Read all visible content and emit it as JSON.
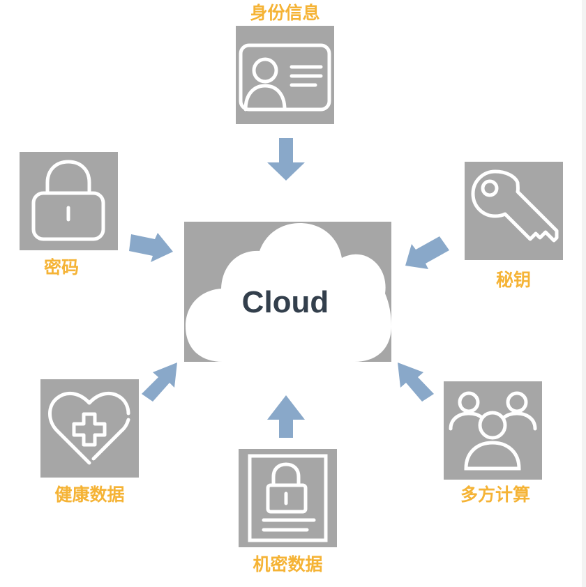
{
  "colors": {
    "tile": "#a6a6a6",
    "icon": "#ffffff",
    "label": "#f5b335",
    "arrow": "#89a8c9",
    "cloud_text": "#333f4c"
  },
  "center": {
    "label": "Cloud",
    "icon": "cloud-icon"
  },
  "nodes": [
    {
      "id": "identity",
      "label": "身份信息",
      "icon": "id-card-icon"
    },
    {
      "id": "password",
      "label": "密码",
      "icon": "padlock-icon"
    },
    {
      "id": "secret-key",
      "label": "秘钥",
      "icon": "key-icon"
    },
    {
      "id": "health-data",
      "label": "健康数据",
      "icon": "health-heart-icon"
    },
    {
      "id": "multiparty-computation",
      "label": "多方计算",
      "icon": "group-users-icon"
    },
    {
      "id": "confidential-data",
      "label": "机密数据",
      "icon": "locked-document-icon"
    }
  ],
  "arrows": [
    {
      "from": "identity",
      "to": "cloud"
    },
    {
      "from": "password",
      "to": "cloud"
    },
    {
      "from": "secret-key",
      "to": "cloud"
    },
    {
      "from": "health-data",
      "to": "cloud"
    },
    {
      "from": "multiparty-computation",
      "to": "cloud"
    },
    {
      "from": "confidential-data",
      "to": "cloud"
    }
  ]
}
